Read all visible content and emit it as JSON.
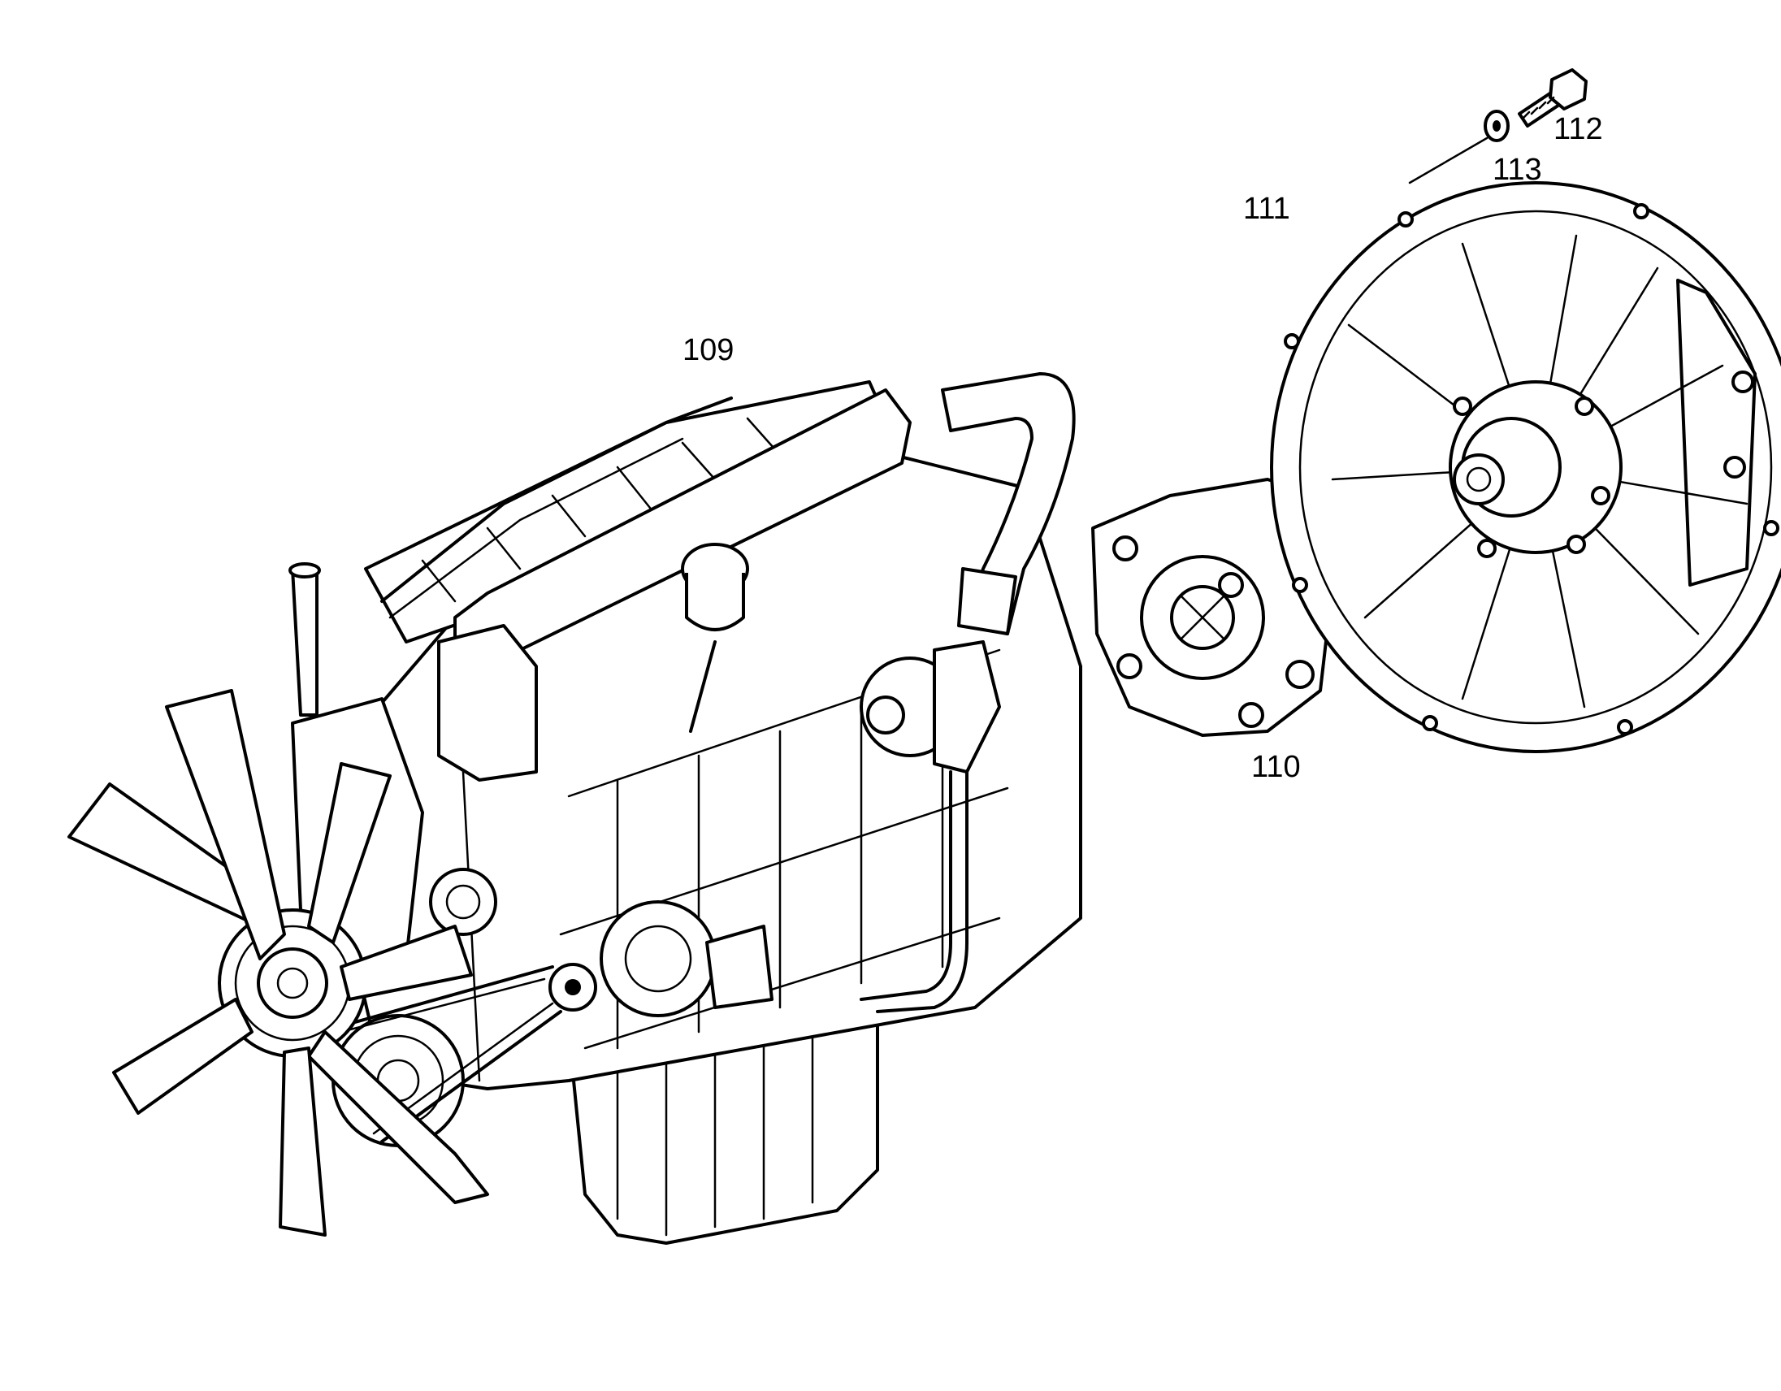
{
  "callouts": {
    "c109": "109",
    "c110": "110",
    "c111": "111",
    "c112": "112",
    "c113": "113"
  },
  "parts": {
    "engine": "engine-assembly",
    "coupling": "flexible-coupling",
    "housing": "flywheel-housing",
    "bolt": "hex-bolt",
    "washer": "washer"
  },
  "colors": {
    "line": "#000000",
    "background": "#ffffff"
  }
}
